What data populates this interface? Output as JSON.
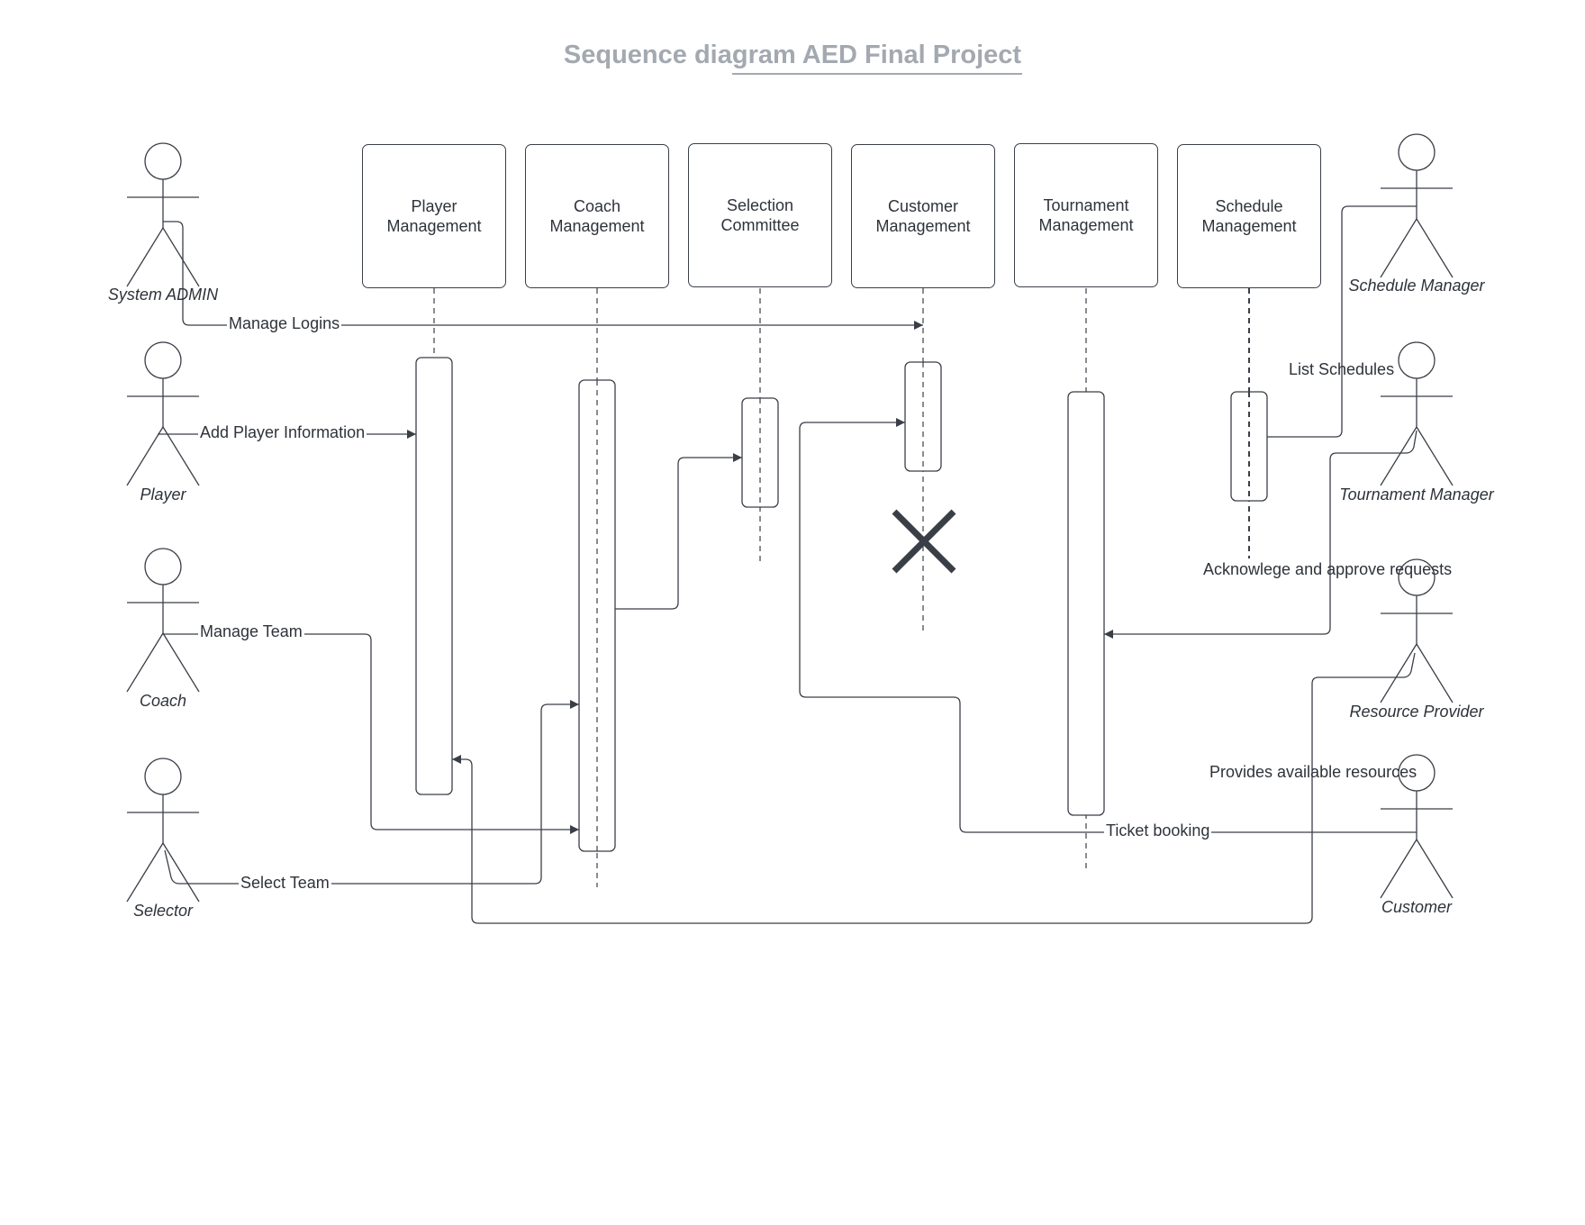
{
  "title": "Sequence diagram AED Final Project",
  "colors": {
    "line": "#3a3f47",
    "title": "#a3a9b1",
    "text": "#2e333a"
  },
  "lifelines": [
    {
      "id": "player-management",
      "label": "Player\nManagement"
    },
    {
      "id": "coach-management",
      "label": "Coach\nManagement"
    },
    {
      "id": "selection-committee",
      "label": "Selection\nCommittee"
    },
    {
      "id": "customer-management",
      "label": "Customer\nManagement"
    },
    {
      "id": "tournament-management",
      "label": "Tournament\nManagement"
    },
    {
      "id": "schedule-management",
      "label": "Schedule\nManagement"
    }
  ],
  "actors": [
    {
      "id": "system-admin",
      "label": "System ADMIN"
    },
    {
      "id": "player",
      "label": "Player"
    },
    {
      "id": "coach",
      "label": "Coach"
    },
    {
      "id": "selector",
      "label": "Selector"
    },
    {
      "id": "schedule-manager",
      "label": "Schedule Manager"
    },
    {
      "id": "tournament-manager",
      "label": "Tournament Manager"
    },
    {
      "id": "resource-provider",
      "label": "Resource Provider"
    },
    {
      "id": "customer",
      "label": "Customer"
    }
  ],
  "messages": {
    "manage_logins": "Manage Logins",
    "add_player_information": "Add Player Information",
    "manage_team": "Manage Team",
    "select_team": "Select Team",
    "list_schedules": "List Schedules",
    "acknowledge_requests": "Acknowlege and approve requests",
    "provides_resources": "Provides available resources",
    "ticket_booking": "Ticket booking"
  },
  "destruction_icon": "close-icon"
}
